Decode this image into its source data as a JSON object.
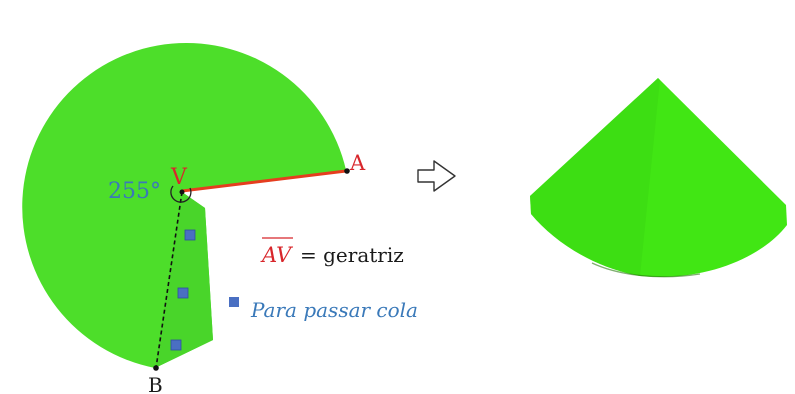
{
  "diagram": {
    "vertex_label": "V",
    "point_a_label": "A",
    "point_b_label": "B",
    "angle_label": "255°",
    "segment_label": "AV",
    "equals_text": "= geratriz",
    "legend_text": "Para passar cola"
  },
  "colors": {
    "paper_green": "#4dde2a",
    "cone_green": "#41e614",
    "red_segment": "#e53d1f",
    "red_text": "#d8262b",
    "blue_text": "#3a79b9",
    "glue_square": "#4a6fc2"
  },
  "icons": {
    "transform_arrow": "right-arrow-outline-icon",
    "glue_marker": "square-icon"
  }
}
